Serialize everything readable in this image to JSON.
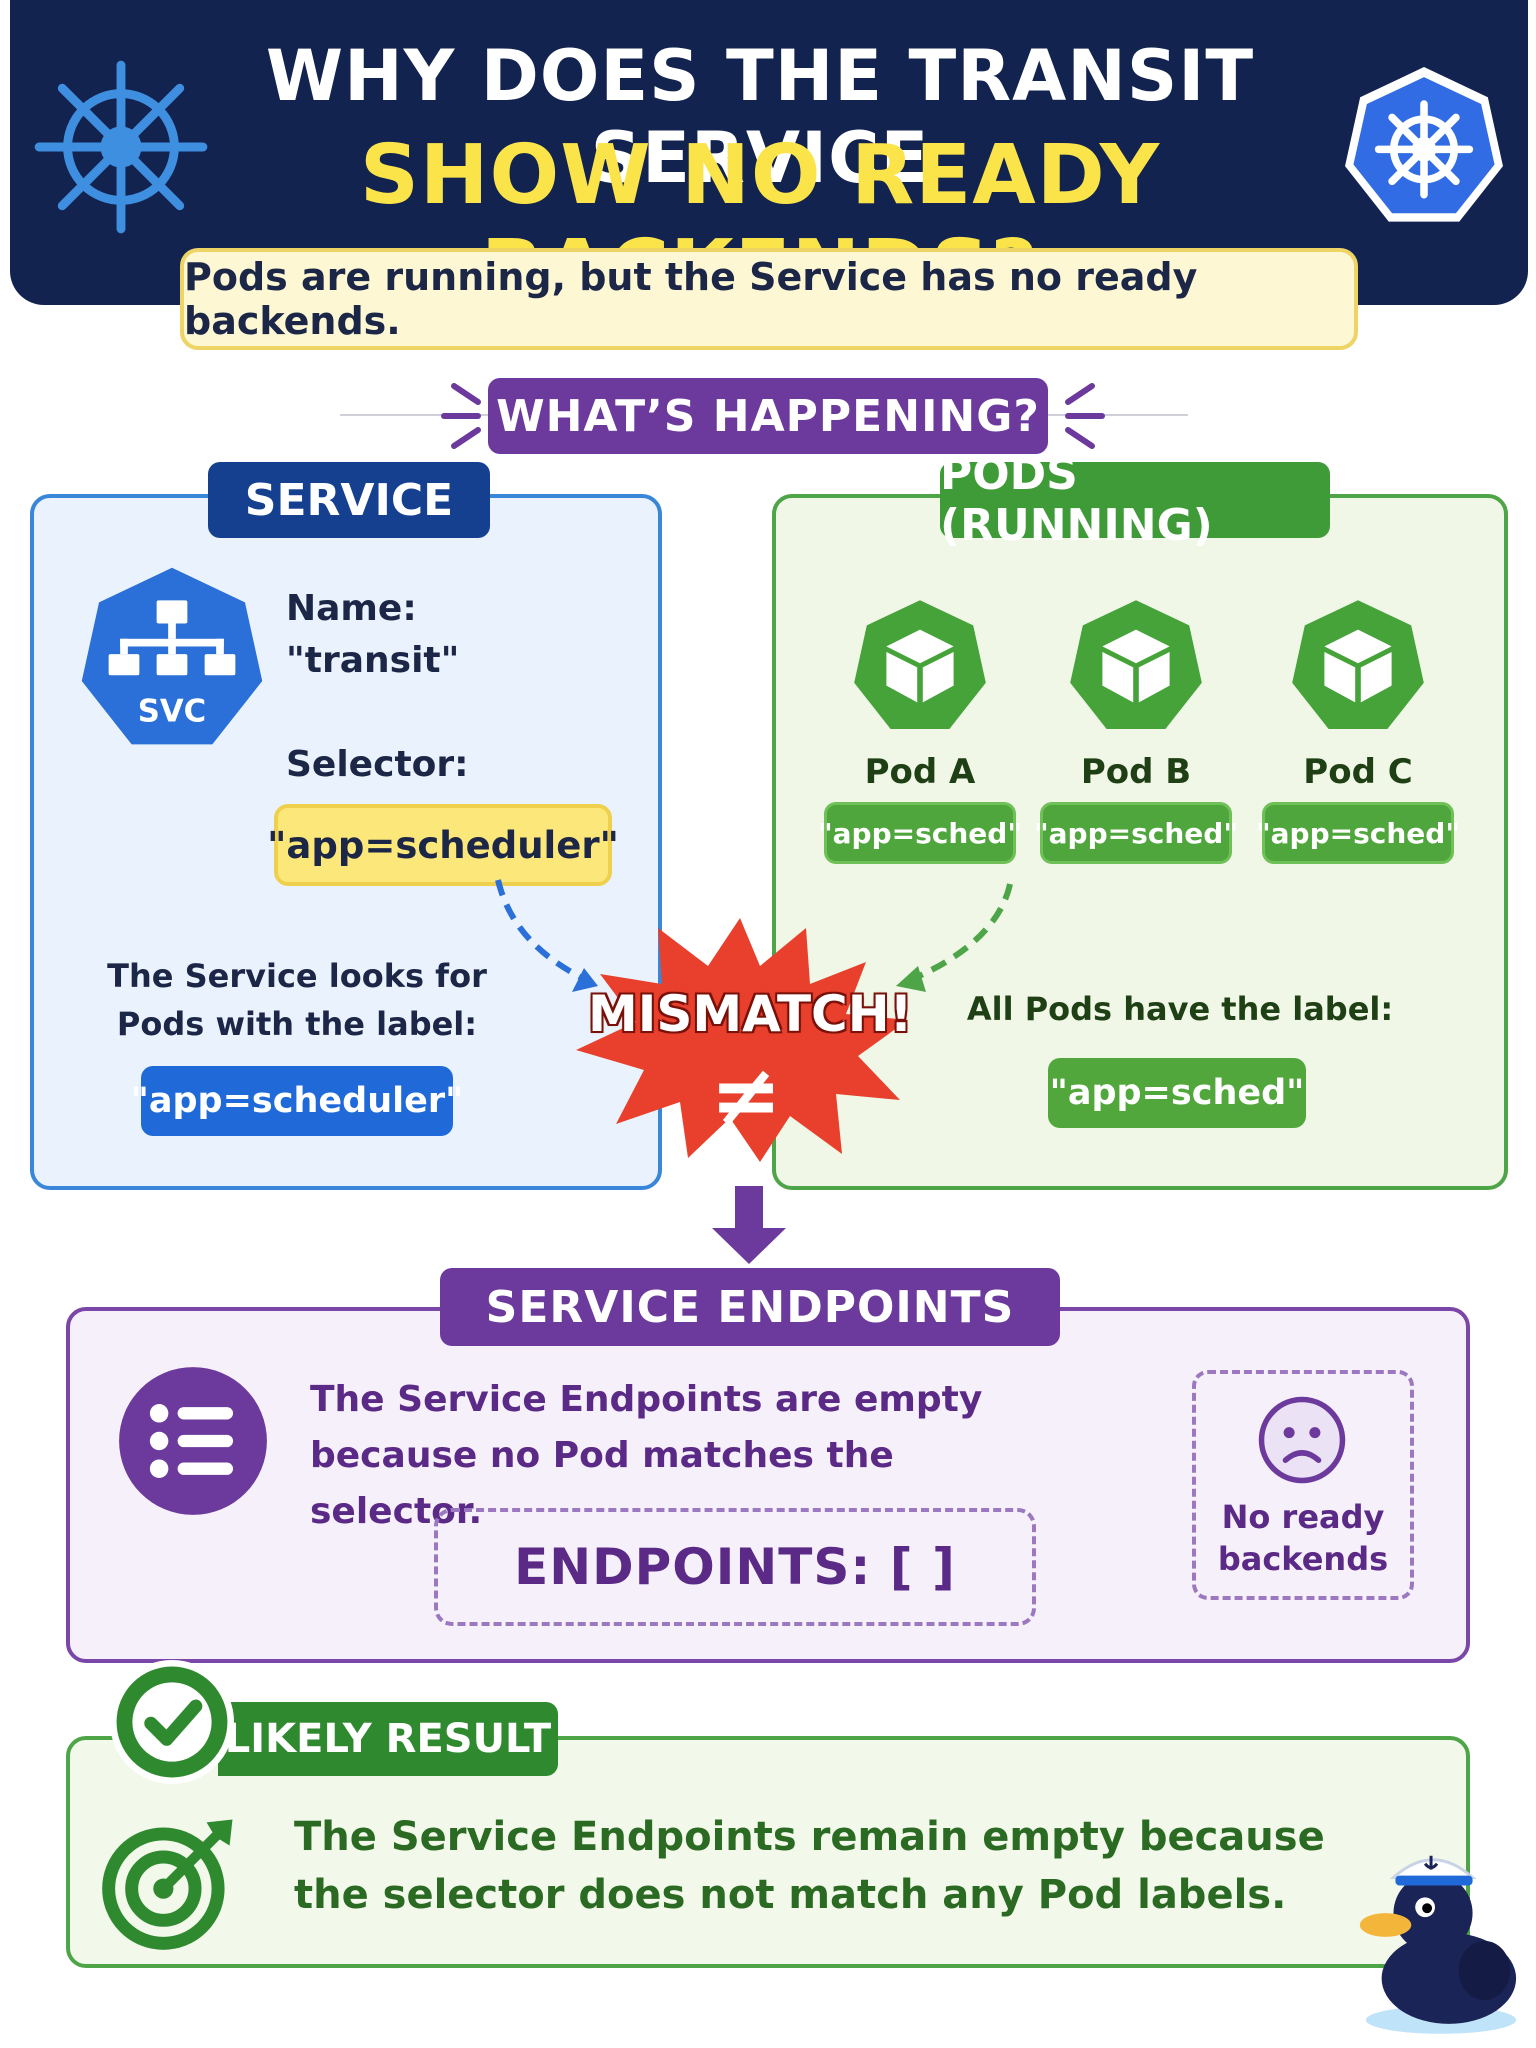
{
  "header": {
    "title_line1": "WHY DOES THE TRANSIT SERVICE",
    "title_line2": "SHOW NO READY BACKENDS?",
    "subtitle": "Pods are running, but the Service has no ready backends."
  },
  "whats_happening": {
    "label": "WHAT’S HAPPENING?"
  },
  "service": {
    "tab": "SERVICE",
    "icon_badge": "SVC",
    "name_label": "Name:",
    "name_value": "\"transit\"",
    "selector_label": "Selector:",
    "selector_value": "\"app=scheduler\"",
    "looks_for": "The Service looks for Pods with the label:",
    "label_value": "\"app=scheduler\""
  },
  "pods": {
    "tab": "PODS (RUNNING)",
    "items": [
      {
        "name": "Pod A",
        "label": "\"app=sched\""
      },
      {
        "name": "Pod B",
        "label": "\"app=sched\""
      },
      {
        "name": "Pod C",
        "label": "\"app=sched\""
      }
    ],
    "all_have": "All Pods have the label:",
    "label_value": "\"app=sched\""
  },
  "mismatch": {
    "text": "MISMATCH!",
    "symbol": "≠"
  },
  "endpoints": {
    "tab": "SERVICE ENDPOINTS",
    "description": "The Service Endpoints are empty because no Pod matches the selector.",
    "value": "ENDPOINTS:  [ ]",
    "no_ready": "No ready backends"
  },
  "likely_result": {
    "tab": "LIKELY RESULT",
    "text": "The Service Endpoints remain empty because the selector does not match any Pod labels."
  },
  "colors": {
    "navy": "#13234f",
    "yellow": "#fbe44a",
    "purple": "#6c3a9c",
    "blue": "#1f6ad8",
    "green": "#4ea548",
    "red": "#e8402c"
  },
  "icons": [
    "ship-wheel-icon",
    "kubernetes-logo-icon",
    "service-network-icon",
    "pod-cube-icon",
    "list-icon",
    "sad-face-icon",
    "check-icon",
    "target-icon",
    "sailor-duck-icon"
  ]
}
